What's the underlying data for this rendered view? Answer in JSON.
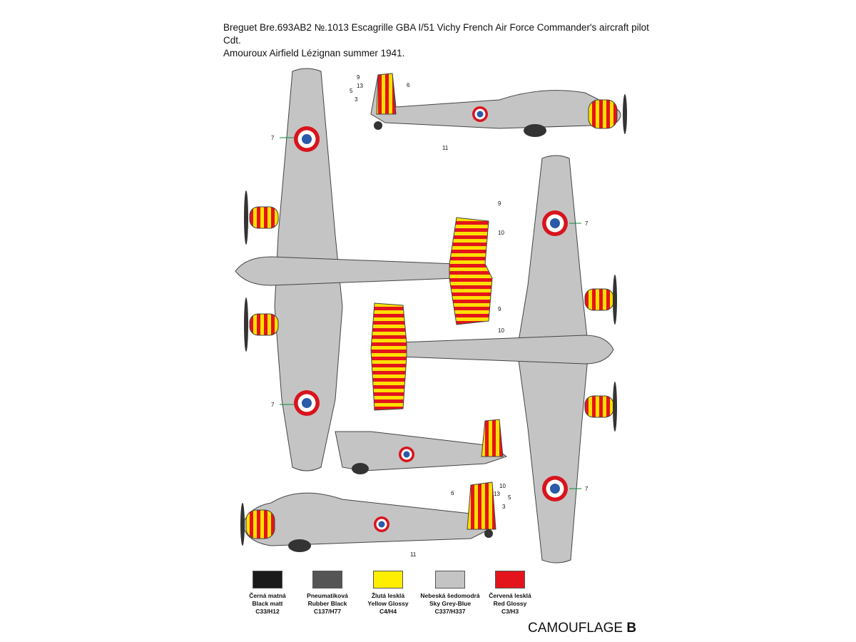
{
  "title": {
    "line1": "Breguet Bre.693AB2 №.1013 Escagrille GBA I/51 Vichy French Air Force Commander's aircraft pilot Cdt.",
    "line2": "Amouroux Airfield Lézignan summer 1941."
  },
  "callouts": {
    "side_top": [
      "9",
      "13",
      "5",
      "3",
      "6",
      "11"
    ],
    "top_view": [
      "7",
      "7"
    ],
    "bottom_view": [
      "7",
      "7"
    ],
    "tail_upper": [
      "9",
      "10"
    ],
    "tail_lower": [
      "9",
      "10"
    ],
    "side_bottom": [
      "10",
      "13",
      "5",
      "6",
      "3",
      "11"
    ]
  },
  "colors": [
    {
      "cz": "Černá matná",
      "en": "Black matt",
      "code": "C33/H12",
      "hex": "#1a1a1a"
    },
    {
      "cz": "Pneumatiková",
      "en": "Rubber Black",
      "code": "C137/H77",
      "hex": "#555555"
    },
    {
      "cz": "Žlutá lesklá",
      "en": "Yellow Glossy",
      "code": "C4/H4",
      "hex": "#ffee00"
    },
    {
      "cz": "Nebeská šedomodrá",
      "en": "Sky Grey-Blue",
      "code": "C337/H337",
      "hex": "#c4c4c4"
    },
    {
      "cz": "Červená lesklá",
      "en": "Red Glossy",
      "code": "C3/H3",
      "hex": "#e3141c"
    }
  ],
  "camouflage": {
    "label": "CAMOUFLAGE",
    "letter": "B"
  }
}
